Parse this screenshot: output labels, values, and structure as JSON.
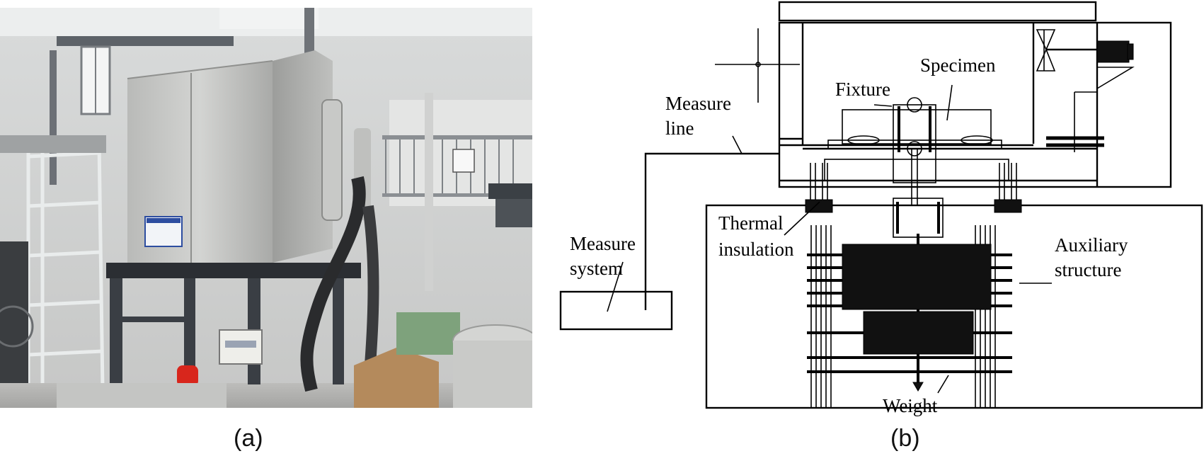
{
  "panels": {
    "a": {
      "caption": "(a)",
      "sign_text": "..."
    },
    "b": {
      "caption": "(b)",
      "labels": {
        "specimen": "Specimen",
        "fixture": "Fixture",
        "measure_line_1": "Measure",
        "measure_line_2": "line",
        "thermal_1": "Thermal",
        "thermal_2": "insulation",
        "measure_system_1": "Measure",
        "measure_system_2": "system",
        "auxiliary_1": "Auxiliary",
        "auxiliary_2": "structure",
        "weight": "Weight"
      }
    }
  },
  "colors": {
    "steel_light": "#c9c9c7",
    "steel_dark": "#8e8e8c",
    "wall": "#e9e9e7",
    "frame": "#2a2d33",
    "warning_red": "#d8261c",
    "cardboard": "#b48a5c"
  }
}
